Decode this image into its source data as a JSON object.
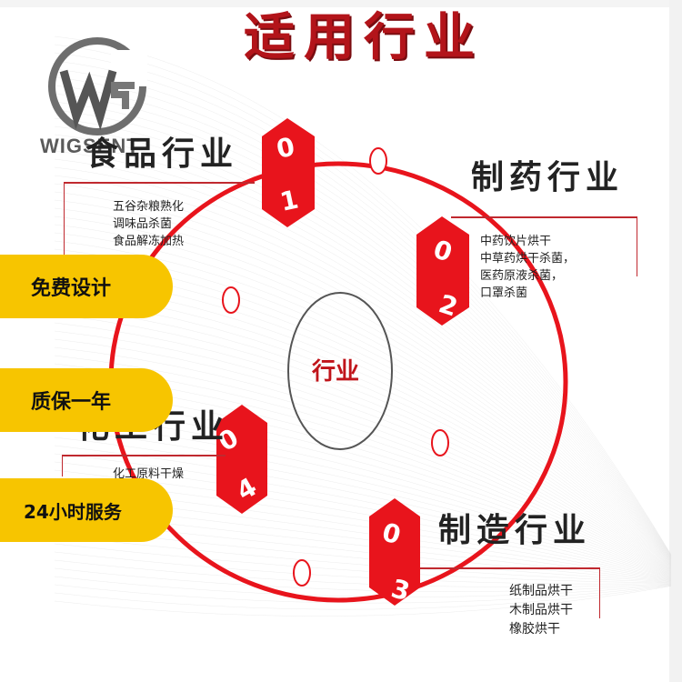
{
  "page_title": "适用行业",
  "brand": {
    "name": "WIGSENT",
    "mark": "WG"
  },
  "center": {
    "label": "行业"
  },
  "industries": [
    {
      "number": "01",
      "title": "食品行业",
      "lines": [
        "五谷杂粮熟化",
        "调味品杀菌",
        "食品解冻加热"
      ]
    },
    {
      "number": "02",
      "title": "制药行业",
      "lines": [
        "中药饮片烘干",
        "中草药烘干杀菌，",
        "医药原液杀菌，",
        "口罩杀菌"
      ]
    },
    {
      "number": "03",
      "title": "制造行业",
      "lines": [
        "纸制品烘干",
        "木制品烘干",
        "橡胶烘干"
      ]
    },
    {
      "number": "04",
      "title": "化工行业",
      "lines": [
        "化工原料干燥",
        "",
        ""
      ]
    }
  ],
  "features": [
    {
      "label": "免费设计"
    },
    {
      "label": "质保一年"
    },
    {
      "label": "24小时服务"
    }
  ],
  "colors": {
    "accent": "#e8141c",
    "title": "#b3141a",
    "button": "#f7c500"
  }
}
